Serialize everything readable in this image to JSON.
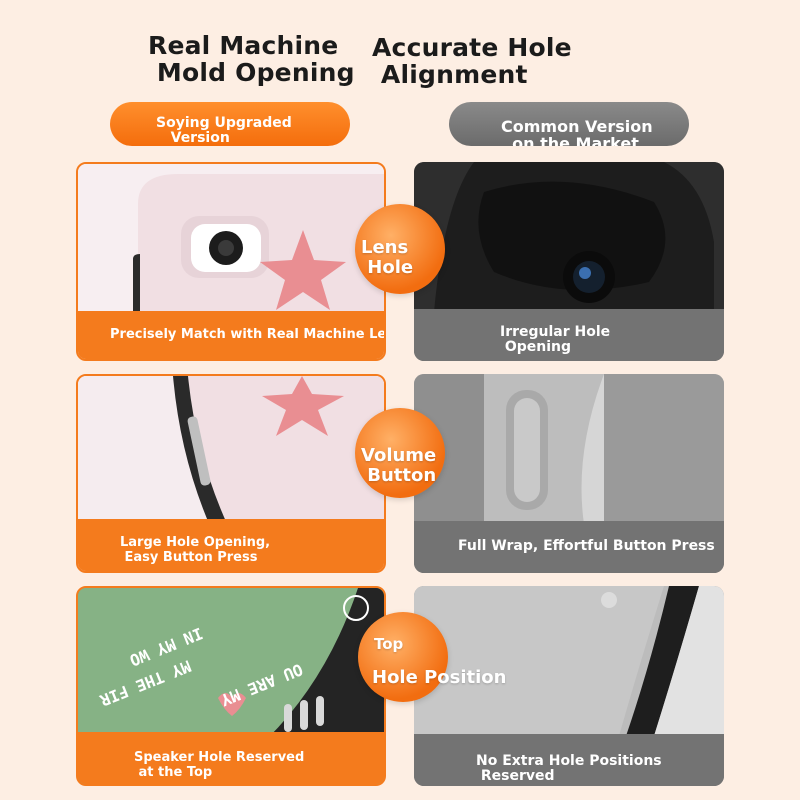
{
  "headline": {
    "left": "Real Machine\n Mold Opening",
    "right": "Accurate Hole\n Alignment"
  },
  "pills": {
    "left": "Soying Upgraded\n   Version",
    "right": "Common Version\n  on the Market"
  },
  "rows": [
    {
      "circle": "Lens\n Hole",
      "left_caption": "Precisely Match with Real Machine Lens",
      "right_caption": "Irregular Hole\n Opening"
    },
    {
      "circle": "Volume\n Button",
      "left_caption": "Large Hole Opening,\n Easy Button Press",
      "right_caption": "Full Wrap, Effortful Button Press"
    },
    {
      "circle_top": "Top",
      "circle_main": "Hole Position",
      "left_caption": "Speaker Hole Reserved\n at the Top",
      "right_caption": "No Extra Hole Positions\n Reserved"
    }
  ],
  "case_print": {
    "line1": "OU ARE MY",
    "line2": "IN MY WO",
    "line3": "MY THE FIR"
  },
  "colors": {
    "background": "#fdeee3",
    "accent_orange": "#f47b1d",
    "gray": "#737373",
    "case_pink": "#f1dfe3",
    "star_pink": "#e98e92",
    "case_green": "#86b285"
  }
}
